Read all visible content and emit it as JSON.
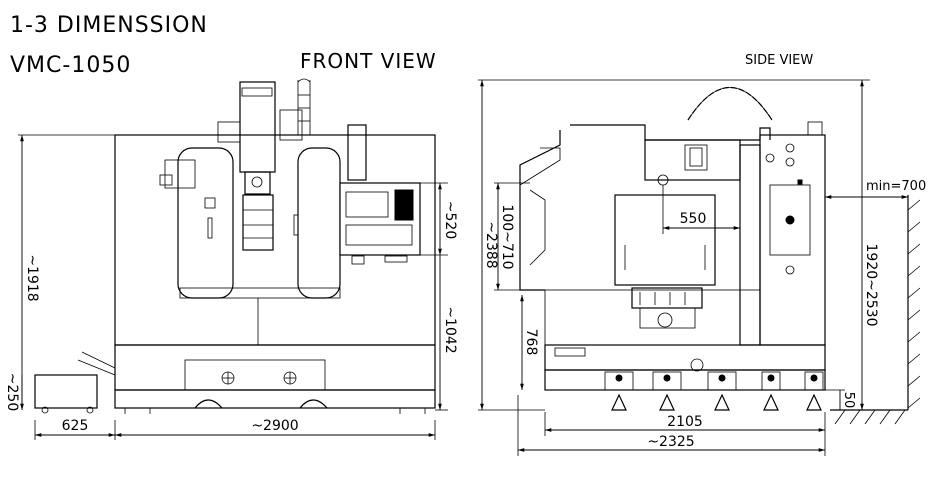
{
  "header": {
    "section_title": "1-3 DIMENSSION",
    "model": "VMC-1050"
  },
  "front_view": {
    "title": "FRONT VIEW",
    "dims": {
      "total_height": "~1918",
      "panel_height": "~520",
      "table_height": "~1042",
      "tank_height": "~250",
      "tank_width": "625",
      "total_width": "~2900"
    }
  },
  "side_view": {
    "title": "SIDE VIEW",
    "dims": {
      "clearance": "min=700",
      "depth_total": "~2388",
      "z_travel": "100~710",
      "y_travel": "550",
      "table_height": "768",
      "height_range": "1920~2530",
      "foot_height": "50",
      "base_length": "2105",
      "total_length": "~2325"
    }
  }
}
